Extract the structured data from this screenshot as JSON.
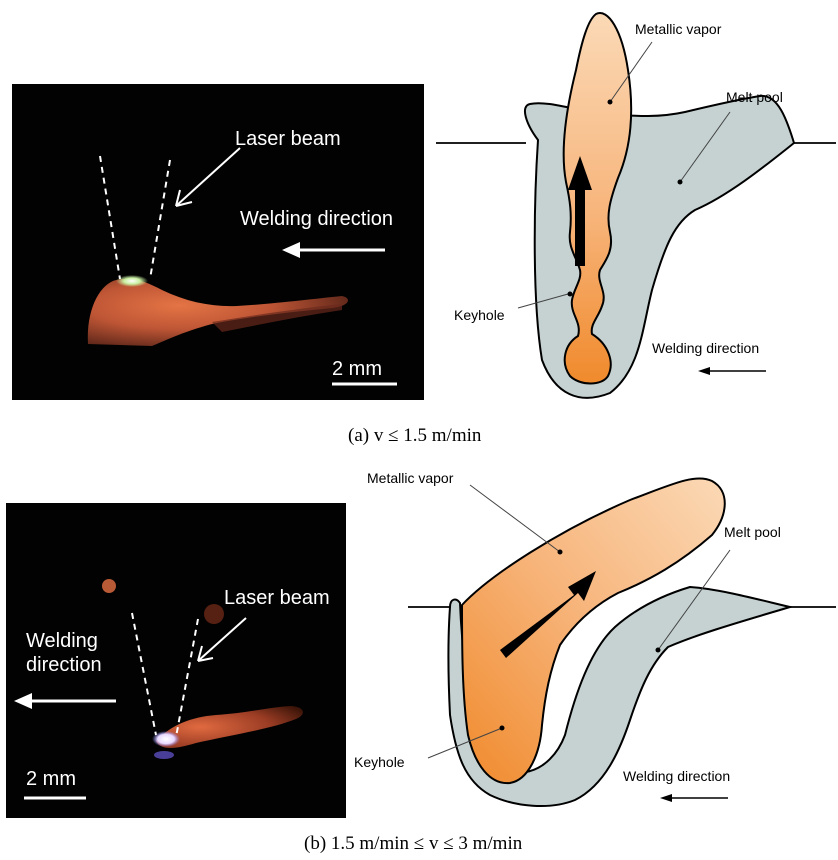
{
  "panel_a": {
    "photo": {
      "laser_label": "Laser beam",
      "direction_label": "Welding direction",
      "scale_label": "2 mm"
    },
    "diagram": {
      "vapor_label": "Metallic vapor",
      "melt_label": "Melt pool",
      "keyhole_label": "Keyhole",
      "direction_label": "Welding direction"
    },
    "caption": "(a) v ≤ 1.5 m/min"
  },
  "panel_b": {
    "photo": {
      "laser_label": "Laser beam",
      "direction_label_line1": "Welding",
      "direction_label_line2": "direction",
      "scale_label": "2 mm"
    },
    "diagram": {
      "vapor_label": "Metallic vapor",
      "melt_label": "Melt pool",
      "keyhole_label": "Keyhole",
      "direction_label": "Welding direction"
    },
    "caption": "(b) 1.5 m/min ≤ v ≤ 3 m/min"
  },
  "colors": {
    "melt_pool": "#c6d2d2",
    "vapor_top": "#fbd6b0",
    "vapor_bottom": "#f5a665",
    "keyhole_core": "#f08a2c",
    "photo_bg": "#020202",
    "glow": "#d8683c"
  }
}
